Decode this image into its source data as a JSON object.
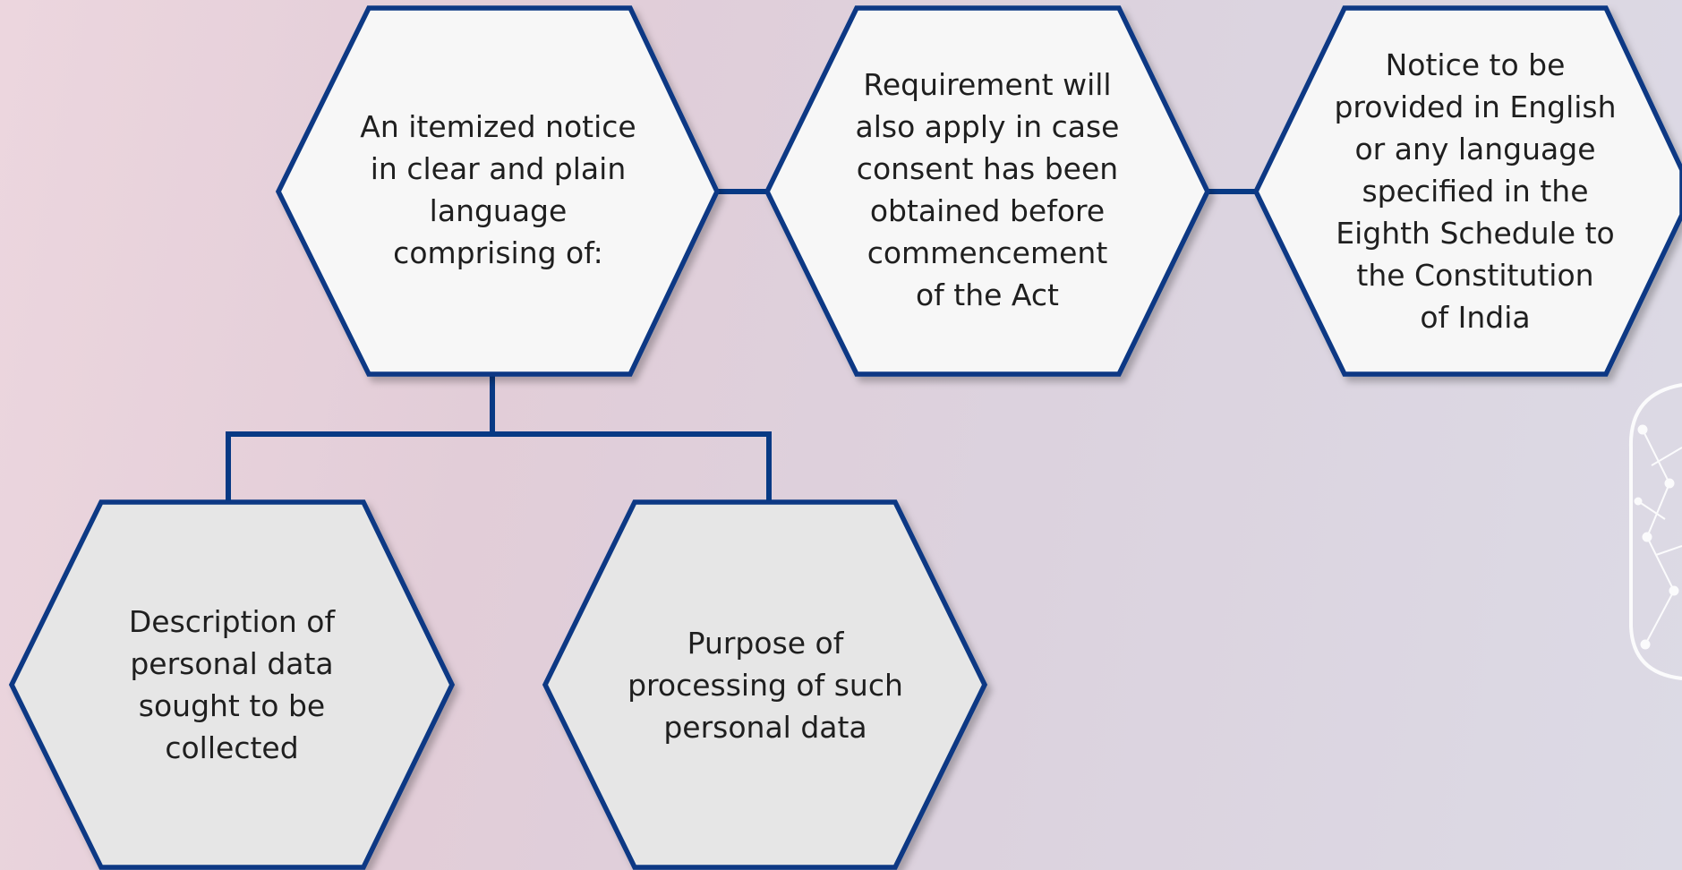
{
  "colors": {
    "border": "#073984",
    "top_fill": "#f7f7f7",
    "bottom_fill": "#e6e6e6"
  },
  "diagram": {
    "hex_main": "An itemized notice\nin clear and plain\nlanguage\ncomprising of:",
    "hex_requirement": "Requirement will\nalso apply in case\nconsent has been\nobtained before\ncommencement\nof the Act",
    "hex_language": "Notice to be\nprovided in English\nor any language\nspecified in the\nEighth Schedule to\nthe Constitution\nof India",
    "hex_description": "Description of\npersonal data\nsought to be\ncollected",
    "hex_purpose": "Purpose of\nprocessing of such\npersonal data"
  }
}
